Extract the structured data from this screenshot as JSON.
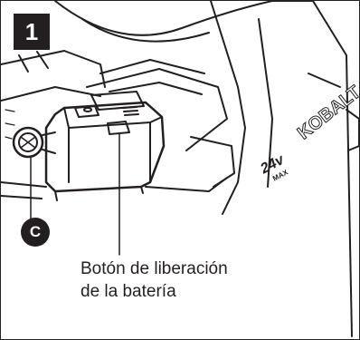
{
  "figure": {
    "step_number": "1",
    "callout": "C",
    "label_line1": "Botón de liberación",
    "label_line2": "de la batería",
    "brand_logo": "KOBALT",
    "voltage": "24v",
    "voltage_sub": "MAX"
  },
  "colors": {
    "ink": "#231f20",
    "background": "#ffffff"
  }
}
